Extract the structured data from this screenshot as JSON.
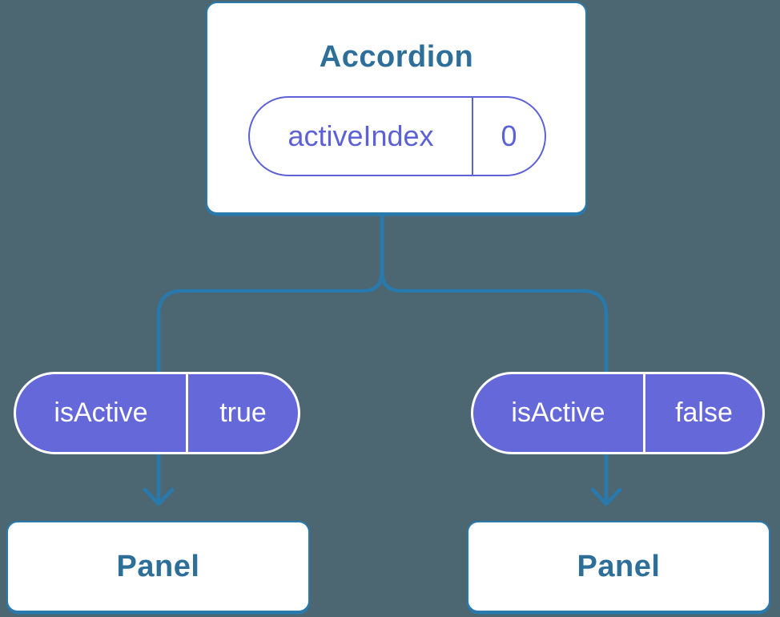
{
  "colors": {
    "background": "#4C6771",
    "connector": "#2979AD",
    "node_border": "#2979AD",
    "node_label_text": "#2E6F9A",
    "state_pill_outline": "#5C61D6",
    "prop_pill_fill": "#6568D9",
    "prop_pill_text": "#FFFFFF"
  },
  "tree": {
    "root": {
      "label": "Accordion",
      "state": {
        "name": "activeIndex",
        "value": "0"
      }
    },
    "children": [
      {
        "prop": {
          "name": "isActive",
          "value": "true"
        },
        "child": {
          "label": "Panel"
        }
      },
      {
        "prop": {
          "name": "isActive",
          "value": "false"
        },
        "child": {
          "label": "Panel"
        }
      }
    ]
  }
}
